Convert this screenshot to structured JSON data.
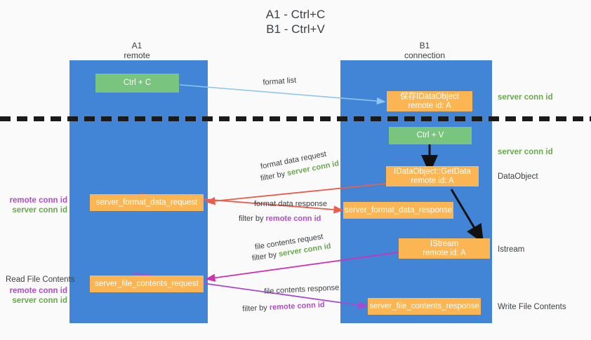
{
  "title": {
    "line1": "A1 - Ctrl+C",
    "line2": "B1 - Ctrl+V"
  },
  "columns": [
    {
      "name": "A1",
      "sub": "remote"
    },
    {
      "name": "B1",
      "sub": "connection"
    }
  ],
  "nodes": {
    "ctrl_c": {
      "label": "Ctrl + C",
      "color": "#79c47e"
    },
    "ctrl_v": {
      "label": "Ctrl + V",
      "color": "#79c47e"
    },
    "idataobject": {
      "line1": "保存IDataObject",
      "line2": "remote id: A",
      "color": "#fbb552"
    },
    "getdata": {
      "line1": "IDataObject::GetData",
      "line2": "remote id: A",
      "color": "#fbb552"
    },
    "istream": {
      "line1": "IStream",
      "line2": "remote id: A",
      "color": "#fbb552"
    },
    "server_format_data_request": {
      "label": "server_format_data_request",
      "color": "#fbb552"
    },
    "server_format_data_response": {
      "label": "server_format_data_response",
      "color": "#fbb552"
    },
    "server_file_contents_request": {
      "label": "server_file_contents_request",
      "color": "#fbb552"
    },
    "server_file_contents_response": {
      "label": "server_file_contents_response",
      "color": "#fbb552"
    }
  },
  "right_annotations": [
    {
      "text": "server conn id",
      "style": "green"
    },
    {
      "text": "server conn id",
      "style": "green"
    },
    {
      "text": "DataObject",
      "style": "plain"
    },
    {
      "text": "Istream",
      "style": "plain"
    },
    {
      "text": "Write File Contents",
      "style": "plain"
    }
  ],
  "left_annotations": {
    "group1": [
      {
        "text": "remote conn id",
        "style": "purple"
      },
      {
        "text": "server conn id",
        "style": "green"
      }
    ],
    "group2_title": "Read File Contents",
    "group2": [
      {
        "text": "remote conn id",
        "style": "purple"
      },
      {
        "text": "server conn id",
        "style": "green"
      }
    ]
  },
  "edges": [
    {
      "name": "format-list",
      "label": "format list",
      "filter_prefix": "",
      "filter_target": "",
      "color": "#8ec6ef"
    },
    {
      "name": "format-data-request",
      "label": "format data request",
      "filter_prefix": "filter by ",
      "filter_target": "server conn id",
      "filter_style": "green",
      "color": "#e8604c"
    },
    {
      "name": "format-data-response",
      "label": "format data response",
      "filter_prefix": "filter by ",
      "filter_target": "remote conn id",
      "filter_style": "purple",
      "color": "#e8604c"
    },
    {
      "name": "file-contents-request",
      "label": "file contents request",
      "filter_prefix": "filter by ",
      "filter_target": "server conn id",
      "filter_style": "green",
      "color": "#cc34b4"
    },
    {
      "name": "file-contents-response",
      "label": "file contents response",
      "filter_prefix": "filter by ",
      "filter_target": "remote conn id",
      "filter_style": "purple",
      "color": "#a64bd1"
    }
  ],
  "colors": {
    "lane": "#4285d6",
    "green_box": "#79c47e",
    "orange_box": "#fbb552",
    "green_text": "#6aa84f",
    "purple_text": "#b14bc8",
    "background": "#fafafa",
    "dash_line": "#1a1a1a"
  }
}
